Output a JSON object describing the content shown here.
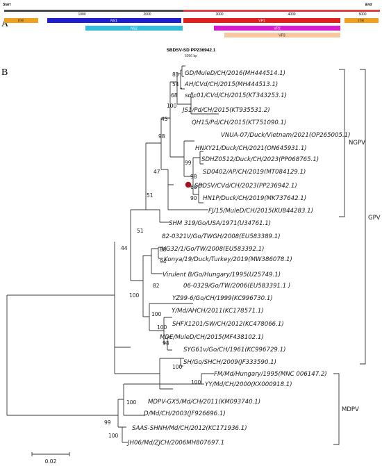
{
  "panel_a": {
    "letter": "A",
    "start_label": "Start",
    "end_label": "End",
    "ticks": [
      "1000",
      "2000",
      "3000",
      "4000",
      "5000"
    ],
    "genes": [
      {
        "id": "itr-left",
        "label": "ITR",
        "color": "#f0a020"
      },
      {
        "id": "ns1",
        "label": "NS1",
        "color": "#1f1fcc"
      },
      {
        "id": "ns2",
        "label": "NS2",
        "color": "#33bbdd"
      },
      {
        "id": "vp1",
        "label": "VP1",
        "color": "#e0201c"
      },
      {
        "id": "vp2",
        "label": "VP2",
        "color": "#d61ccc"
      },
      {
        "id": "vp3",
        "label": "VP3",
        "color": "#f7c9a0"
      },
      {
        "id": "itr-right",
        "label": "ITR",
        "color": "#f0a020"
      }
    ],
    "sequence_title": "SBDSV-SD PP236942.1",
    "sequence_length": "5056 bp"
  },
  "panel_b": {
    "letter": "B",
    "leaves": [
      "GD/MuleD/CH/2016(MH444514.1)",
      "AH/CVd/CH/2015(MH444513.1)",
      "sdlc01/CVd/CH/2015(KT343253.1)",
      "JS1/Pd/CH/2015(KT935531.2)",
      "QH15/Pd/CH/2015(KT751090.1)",
      "VNUA-07/Duck/Vietnam/2021(OP265005.1)",
      "HNXY21/Duck/CH/2021(ON645931.1)",
      "SDHZ0512/Duck/CH/2023(PP068765.1)",
      "SD0402/AP/CH/2019(MT084129.1)",
      "SBDSV/CVd/CH/2023(PP236942.1)",
      "HN1P/Duck/CH/2019(MK737642.1)",
      "FJ/15/MuleD/CH/2015(KU844283.1)",
      "SHM 319/Go/USA/1971(U34761.1)",
      "82-0321V/Go/TWGH/2008(EU583389.1)",
      "VG32/1/Go/TW/2008(EU583392.1)",
      "Konya/19/Duck/Turkey/2019(MW386078.1)",
      "Virulent B/Go/Hungary/1995(U25749.1)",
      "06-0329/Go/TW/2006(EU583391.1 )",
      "YZ99-6/Go/CH/1999(KC996730.1)",
      "Y/Md/AHCH/2011(KC178571.1)",
      "SHFX1201/SW/CH/2012(KC478066.1)",
      "MDE/MuleD/CH/2015(MF438102.1)",
      "SYG61v/Go/CH/1961(KC996729.1)",
      "SH/Go/SHCH/2009(JF333590.1)",
      "FM/Md/Hungary/1995(MNC 006147.2)",
      "YY/Md/CH/2000(KX000918.1)",
      "MDPV-GX5/Md/CH/2011(KM093740.1)",
      "D/Md/CH/2003(JF926696.1)",
      "SAAS-SHNH/Md/CH/2012(KC171936.1)",
      "JH06/Md/ZJCH/2006MH807697.1"
    ],
    "bootstrap": [
      "85",
      "54",
      "68",
      "100",
      "45",
      "98",
      "99",
      "98",
      "68",
      "90",
      "47",
      "51",
      "51",
      "88",
      "94",
      "82",
      "100",
      "100",
      "93",
      "100",
      "44",
      "100",
      "100",
      "100",
      "99",
      "100"
    ],
    "clades": {
      "ngpv": "NGPV",
      "gpv": "GPV",
      "mdpv": "MDPV"
    },
    "scale_bar": "0.02",
    "highlight_color": "#a0141e"
  }
}
